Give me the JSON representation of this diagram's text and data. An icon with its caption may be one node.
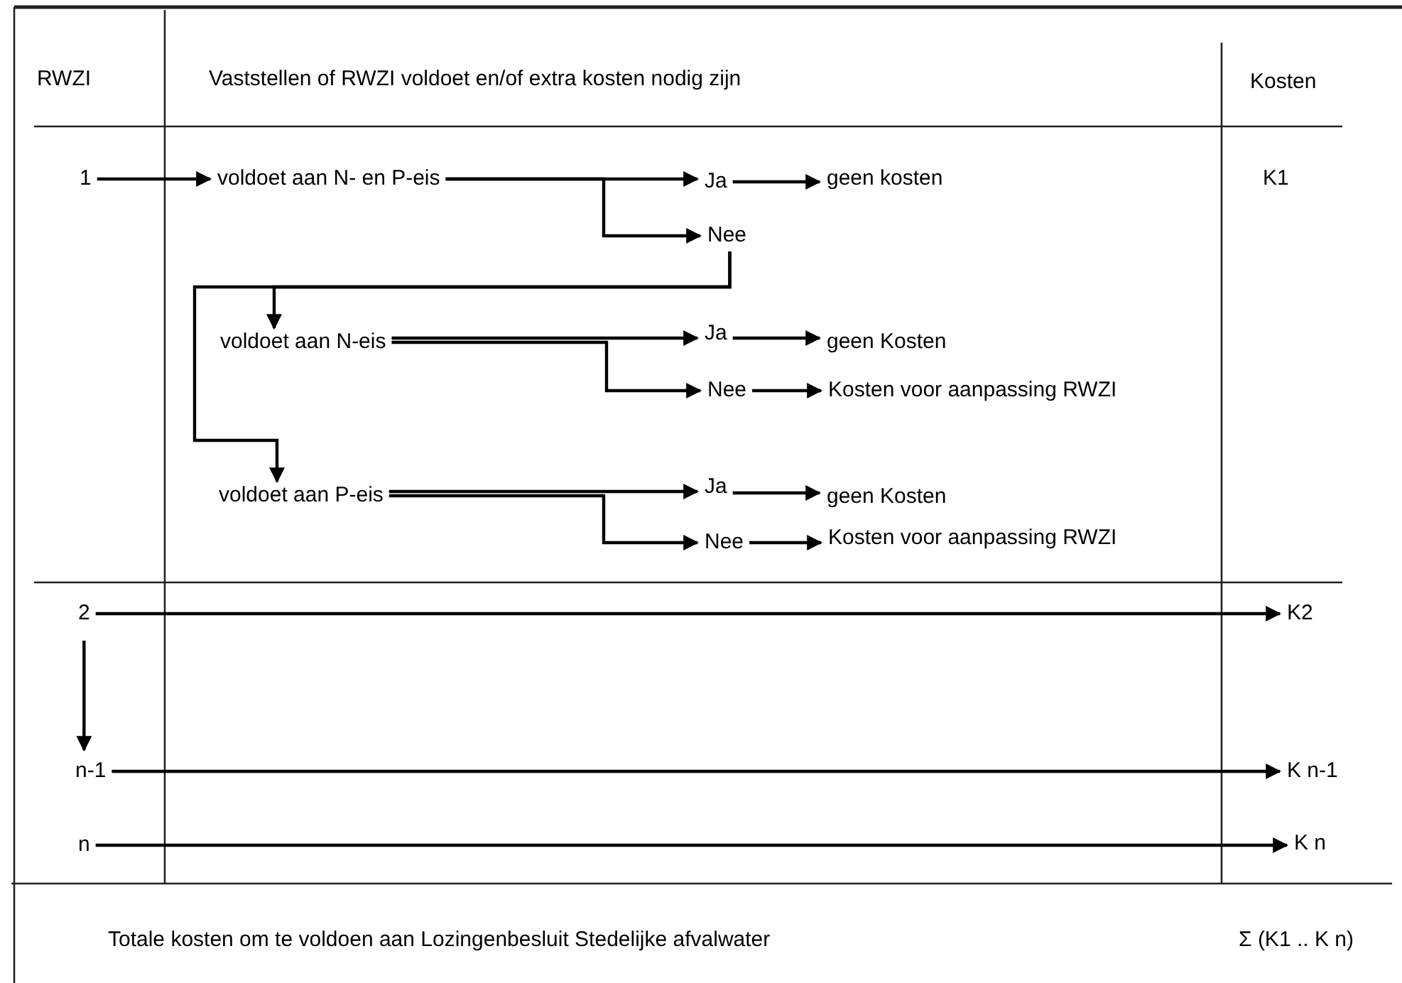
{
  "diagram": {
    "nodes": [
      {
        "text": [
          "1"
        ]
      },
      {
        "text": [
          "voldoet aan N- en P-eis"
        ]
      },
      {
        "text": [
          "Ja"
        ]
      },
      {
        "text": [
          "geen kosten"
        ]
      },
      {
        "text": [
          "Nee"
        ]
      },
      {
        "text": [
          "voldoet aan N-eis"
        ]
      },
      {
        "text": [
          "Ja"
        ]
      },
      {
        "text": [
          "geen Kosten"
        ]
      },
      {
        "text": [
          "Nee"
        ]
      },
      {
        "text": [
          "Kosten voor aanpassing RWZI"
        ]
      },
      {
        "text": [
          "voldoet aan P-eis"
        ]
      },
      {
        "text": [
          "Ja"
        ]
      },
      {
        "text": [
          "geen Kosten"
        ]
      },
      {
        "text": [
          "Nee"
        ]
      },
      {
        "text": [
          "Kosten voor aanpassing RWZI"
        ]
      },
      {
        "text": [
          "2"
        ]
      },
      {
        "text": [
          "K2"
        ]
      },
      {
        "text": [
          "n-1"
        ]
      },
      {
        "text": [
          "K n-1"
        ]
      },
      {
        "text": [
          "n"
        ]
      },
      {
        "text": [
          "K n"
        ]
      }
    ],
    "edges": [
      {
        "from": 0,
        "to": 1,
        "arrow": "to"
      },
      {
        "from": 1,
        "to": 2,
        "arrow": "to"
      },
      {
        "from": 1,
        "to": 4,
        "arrow": "to"
      },
      {
        "from": 2,
        "to": 3,
        "arrow": "to"
      },
      {
        "from": 4,
        "to": 5,
        "arrow": "to"
      },
      {
        "from": 4,
        "to": 10,
        "arrow": "to"
      },
      {
        "from": 5,
        "to": 6,
        "arrow": "to"
      },
      {
        "from": 5,
        "to": 8,
        "arrow": "to"
      },
      {
        "from": 6,
        "to": 7,
        "arrow": "to"
      },
      {
        "from": 8,
        "to": 9,
        "arrow": "to"
      },
      {
        "from": 10,
        "to": 11,
        "arrow": "to"
      },
      {
        "from": 10,
        "to": 13,
        "arrow": "to"
      },
      {
        "from": 11,
        "to": 12,
        "arrow": "to"
      },
      {
        "from": 13,
        "to": 14,
        "arrow": "to"
      },
      {
        "from": 15,
        "to": 16,
        "arrow": "to"
      },
      {
        "from": 15,
        "to": 17,
        "arrow": "to"
      },
      {
        "from": 17,
        "to": 18,
        "arrow": "to"
      },
      {
        "from": 19,
        "to": 20,
        "arrow": "to"
      }
    ],
    "labels": [
      "RWZI",
      "Vaststellen of RWZI voldoet en/of extra kosten nodig zijn",
      "Kosten",
      "K1",
      "Totale kosten om te voldoen aan Lozingenbesluit Stedelijke afvalwater",
      "Σ (K1 .. K n)"
    ]
  }
}
